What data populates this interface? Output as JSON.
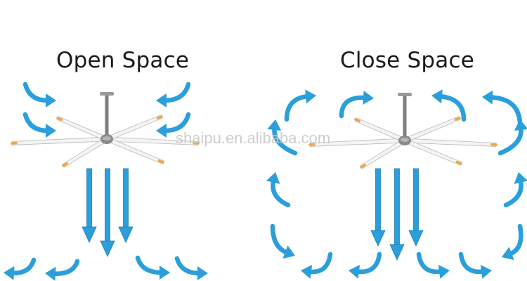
{
  "panels": {
    "left_title": "Open Space",
    "right_title": "Close Space"
  },
  "watermark": "shaipu.en.alibaba.com",
  "colors": {
    "arrow_blue": "#2a9fdc",
    "blade": "#f4f4f4",
    "blade_edge": "#b8b8b8",
    "blade_tip": "#f2a640",
    "hub": "#8a8a8a"
  },
  "icons": {
    "airflow_arrow": "curved-arrow-icon",
    "downdraft_arrow": "down-arrow-icon",
    "fan": "ceiling-fan-icon"
  }
}
